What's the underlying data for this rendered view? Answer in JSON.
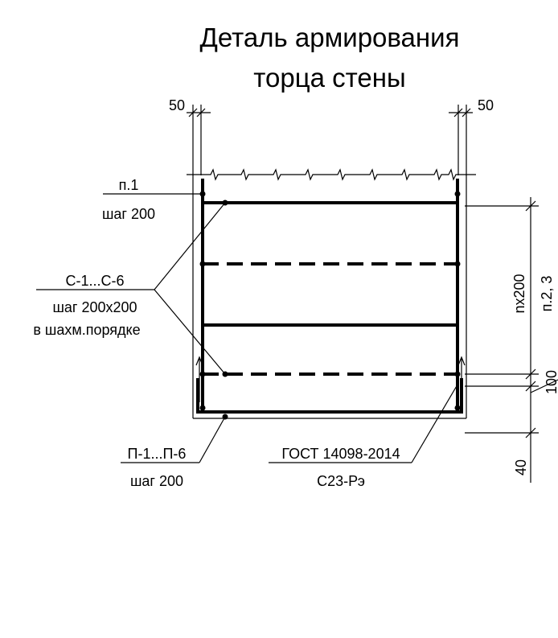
{
  "title": {
    "line1": "Деталь армирования",
    "line2": "торца стены"
  },
  "dimensions": {
    "left_top": "50",
    "right_top": "50",
    "right_vertical_n": "nx200",
    "right_vertical_ref": "п.2, 3",
    "right_100": "100",
    "bottom_40": "40"
  },
  "callouts": {
    "p1_label": "п.1",
    "p1_step": "шаг 200",
    "c_label": "С-1...С-6",
    "c_step": "шаг 200х200",
    "c_note": "в шахм.порядке",
    "p_label": "П-1...П-6",
    "p_step": "шаг 200",
    "gost_label": "ГОСТ 14098-2014",
    "gost_type": "С23-Рэ"
  }
}
